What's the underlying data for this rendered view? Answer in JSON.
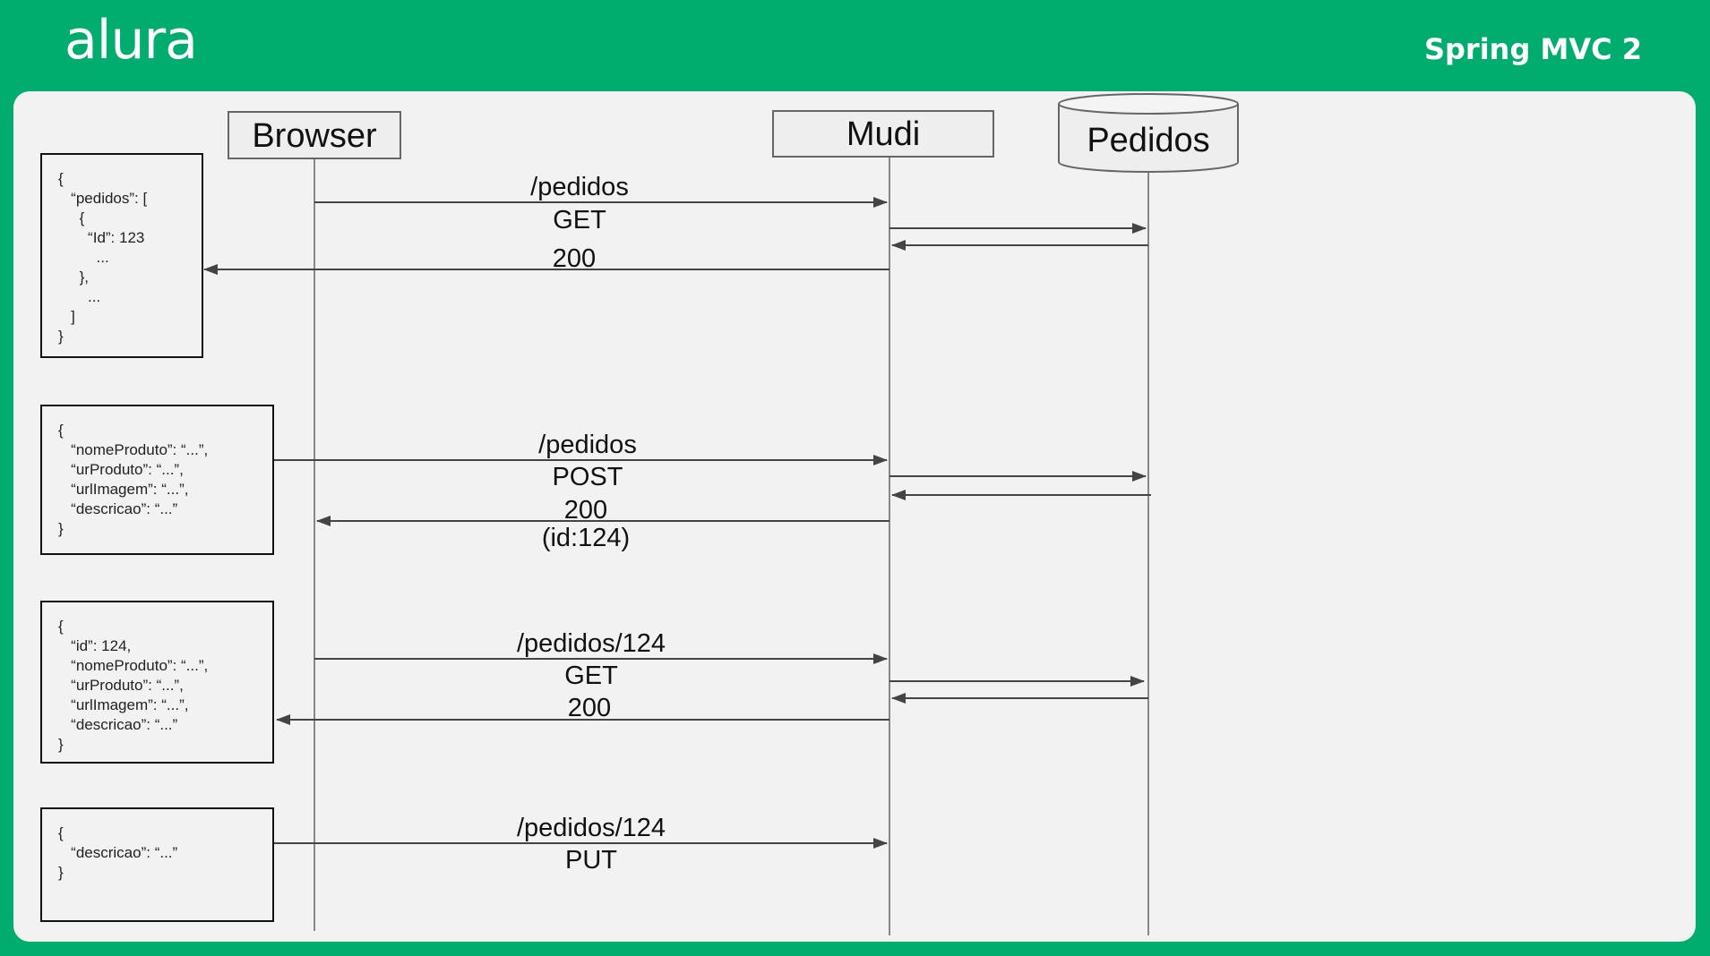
{
  "header": {
    "logo": "alura",
    "course_title": "Spring MVC 2"
  },
  "actors": {
    "browser": "Browser",
    "mudi": "Mudi",
    "pedidos": "Pedidos"
  },
  "messages": [
    {
      "path": "/pedidos",
      "method": "GET",
      "status": "200",
      "detail": ""
    },
    {
      "path": "/pedidos",
      "method": "POST",
      "status": "200",
      "detail": "(id:124)"
    },
    {
      "path": "/pedidos/124",
      "method": "GET",
      "status": "200",
      "detail": ""
    },
    {
      "path": "/pedidos/124",
      "method": "PUT",
      "status": "",
      "detail": ""
    }
  ],
  "payloads": [
    "{\n   “pedidos”: [\n     {\n       “Id”: 123\n         ...\n     },\n       ...\n   ]\n}",
    "{\n   “nomeProduto”: “...”,\n   “urProduto”: “...”,\n   “urlImagem”: “...”,\n   “descricao”: “...”\n}",
    "{\n   “id”: 124,\n   “nomeProduto”: “...”,\n   “urProduto”: “...”,\n   “urlImagem”: “...”,\n   “descricao”: “...”\n}",
    "{\n   “descricao”: “...”\n}"
  ]
}
